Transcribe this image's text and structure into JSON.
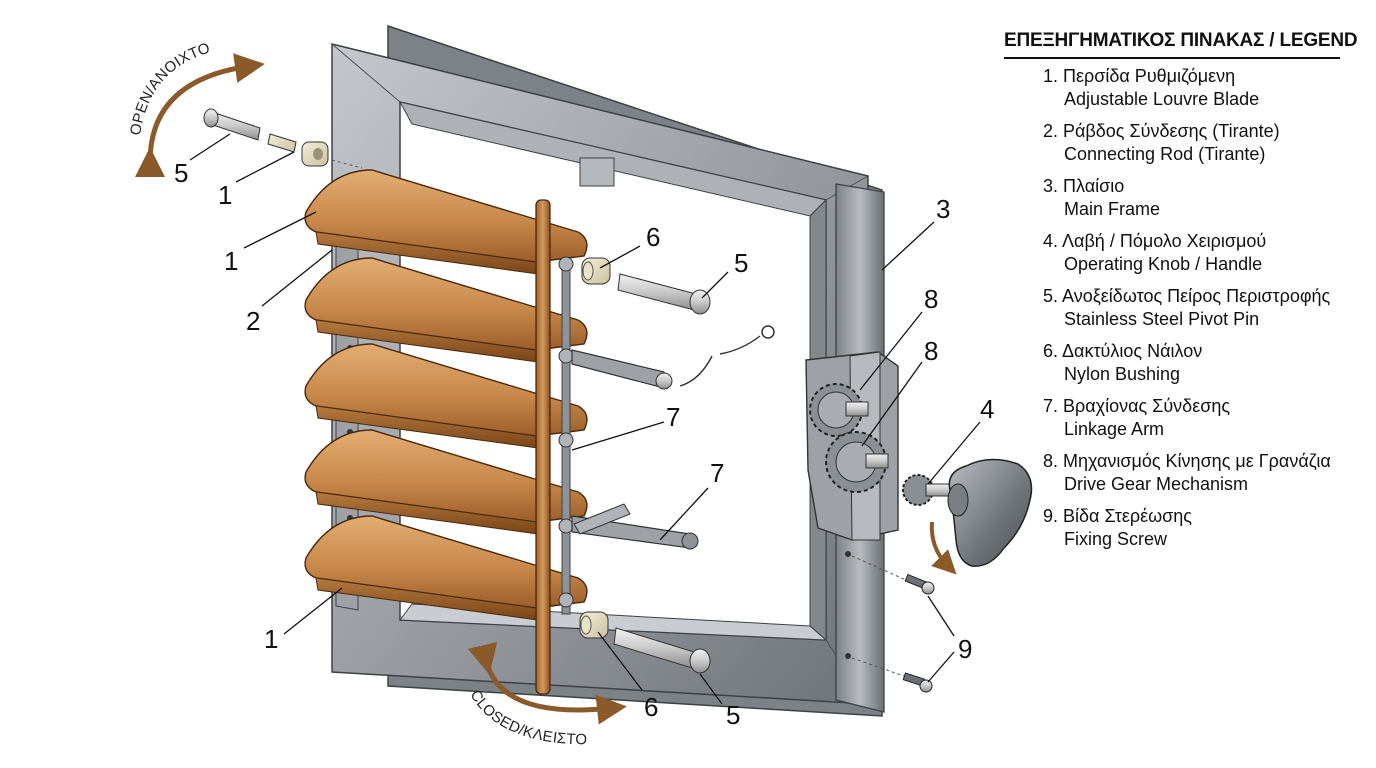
{
  "legend": {
    "title": "ΕΠΕΞΗΓΗΜΑΤΙΚΟΣ ΠΙΝΑΚΑΣ / LEGEND",
    "items": [
      {
        "gr": "1. Περσίδα Ρυθμιζόμενη",
        "en": "Adjustable Louvre Blade"
      },
      {
        "gr": "2. Ράβδος Σύνδεσης (Tirante)",
        "en": "Connecting Rod (Tirante)"
      },
      {
        "gr": "3. Πλαίσιο",
        "en": "Main Frame"
      },
      {
        "gr": "4. Λαβή / Πόμολο Χειρισμού",
        "en": "Operating Knob / Handle"
      },
      {
        "gr": "5. Ανοξείδωτος Πείρος Περιστροφής",
        "en": "Stainless Steel Pivot Pin"
      },
      {
        "gr": "6. Δακτύλιος Νάιλον",
        "en": "Nylon Bushing"
      },
      {
        "gr": "7. Βραχίονας Σύνδεσης",
        "en": "Linkage Arm"
      },
      {
        "gr": "8. Μηχανισμός Κίνησης με Γρανάζια",
        "en": "Drive Gear Mechanism"
      },
      {
        "gr": "9. Βίδα Στερέωσης",
        "en": "Fixing Screw"
      }
    ]
  },
  "rotation": {
    "open": "OPEN/ΑΝΟΙΧΤΟ",
    "closed": "CLOSED/ΚΛΕΙΣΤΟ"
  },
  "callouts": {
    "pin_top": "5",
    "bushing_top": "1",
    "blade_top": "1",
    "rod": "2",
    "blade_bottom": "1",
    "bushing_upper": "6",
    "pin_upper": "5",
    "frame": "3",
    "gear_a": "8",
    "gear_b": "8",
    "knob": "4",
    "arm_mid": "7",
    "arm_low": "7",
    "screws": "9",
    "bushing_lower": "6",
    "pin_lower": "5"
  },
  "colors": {
    "blade": "#c8894a",
    "blade_light": "#e2ad72",
    "frame": "#9a9ea3",
    "frame_dark": "#5f6469",
    "gear": "#8a8f94",
    "arrow": "#8b5a2b"
  }
}
